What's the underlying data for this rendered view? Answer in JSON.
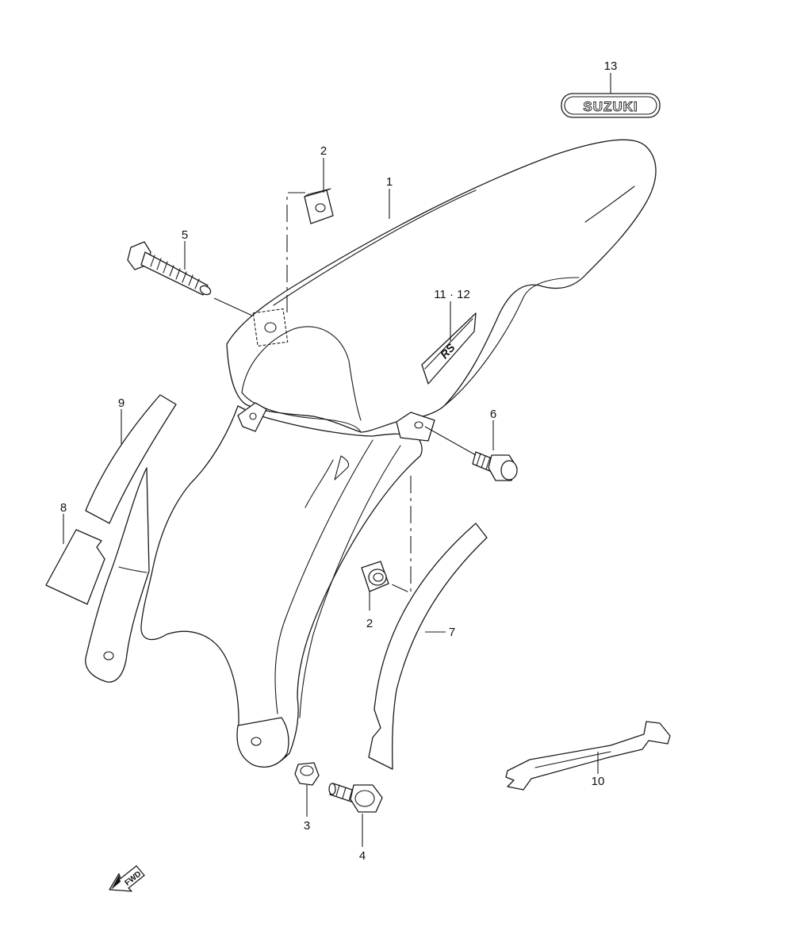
{
  "diagram": {
    "callouts": {
      "c1": "1",
      "c2a": "2",
      "c2b": "2",
      "c3": "3",
      "c4": "4",
      "c5": "5",
      "c6": "6",
      "c7": "7",
      "c8": "8",
      "c9": "9",
      "c10": "10",
      "c11_12": "11 · 12",
      "c13": "13"
    },
    "emblem_text": "SUZUKI",
    "decal_text": "RS",
    "direction_label": "FWD"
  }
}
